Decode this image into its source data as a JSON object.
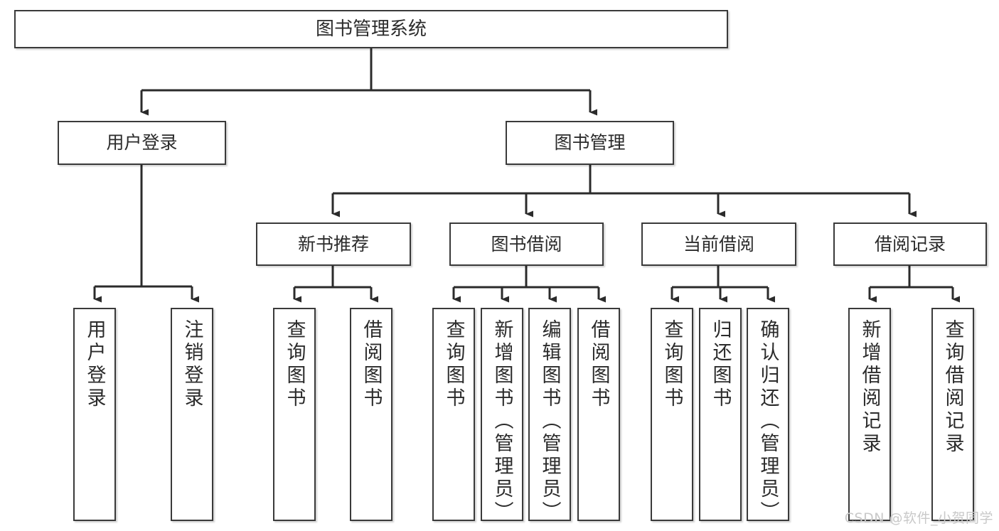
{
  "diagram": {
    "title": "图书管理系统",
    "type": "tree",
    "watermark": "CSDN @软件_小贺同学",
    "colors": {
      "box_border": "#3a3a3a",
      "box_fill": "#ffffff",
      "text": "#2b2b2b",
      "connector": "#2b2b2b",
      "watermark": "#c9c9c9",
      "background": "#ffffff"
    },
    "root": {
      "label": "图书管理系统"
    },
    "level2": [
      {
        "label": "用户登录"
      },
      {
        "label": "图书管理"
      }
    ],
    "level3": [
      {
        "label": "新书推荐"
      },
      {
        "label": "图书借阅"
      },
      {
        "label": "当前借阅"
      },
      {
        "label": "借阅记录"
      }
    ],
    "leaves": {
      "user_login": [
        {
          "label": "用户登录"
        },
        {
          "label": "注销登录"
        }
      ],
      "new_book_recommend": [
        {
          "label": "查询图书"
        },
        {
          "label": "借阅图书"
        }
      ],
      "book_borrow": [
        {
          "label": "查询图书"
        },
        {
          "label": "新增图书（管理员）"
        },
        {
          "label": "编辑图书（管理员）"
        },
        {
          "label": "借阅图书"
        }
      ],
      "current_borrow": [
        {
          "label": "查询图书"
        },
        {
          "label": "归还图书"
        },
        {
          "label": "确认归还（管理员）"
        }
      ],
      "borrow_record": [
        {
          "label": "新增借阅记录"
        },
        {
          "label": "查询借阅记录"
        }
      ]
    }
  }
}
